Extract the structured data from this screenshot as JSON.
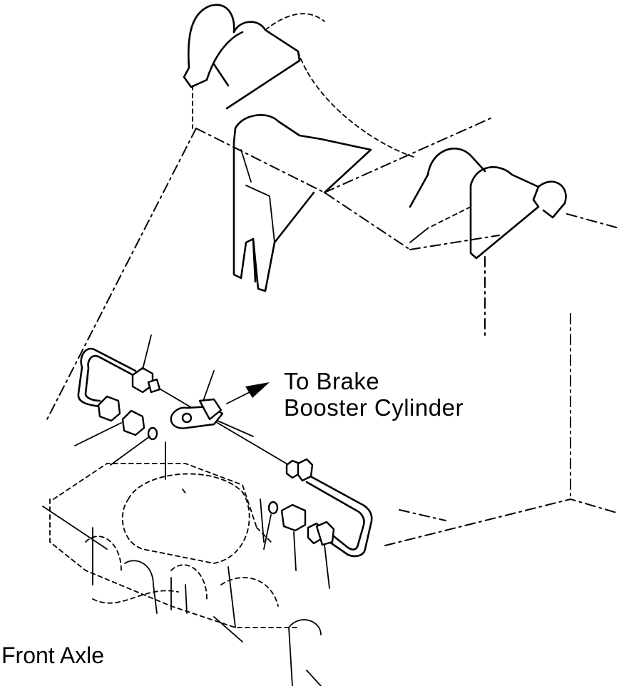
{
  "labels": {
    "brake_booster_line1": "To Brake",
    "brake_booster_line2": "Booster Cylinder",
    "front_axle": "Front Axle"
  },
  "colors": {
    "ink": "#000000",
    "paper": "#ffffff"
  }
}
